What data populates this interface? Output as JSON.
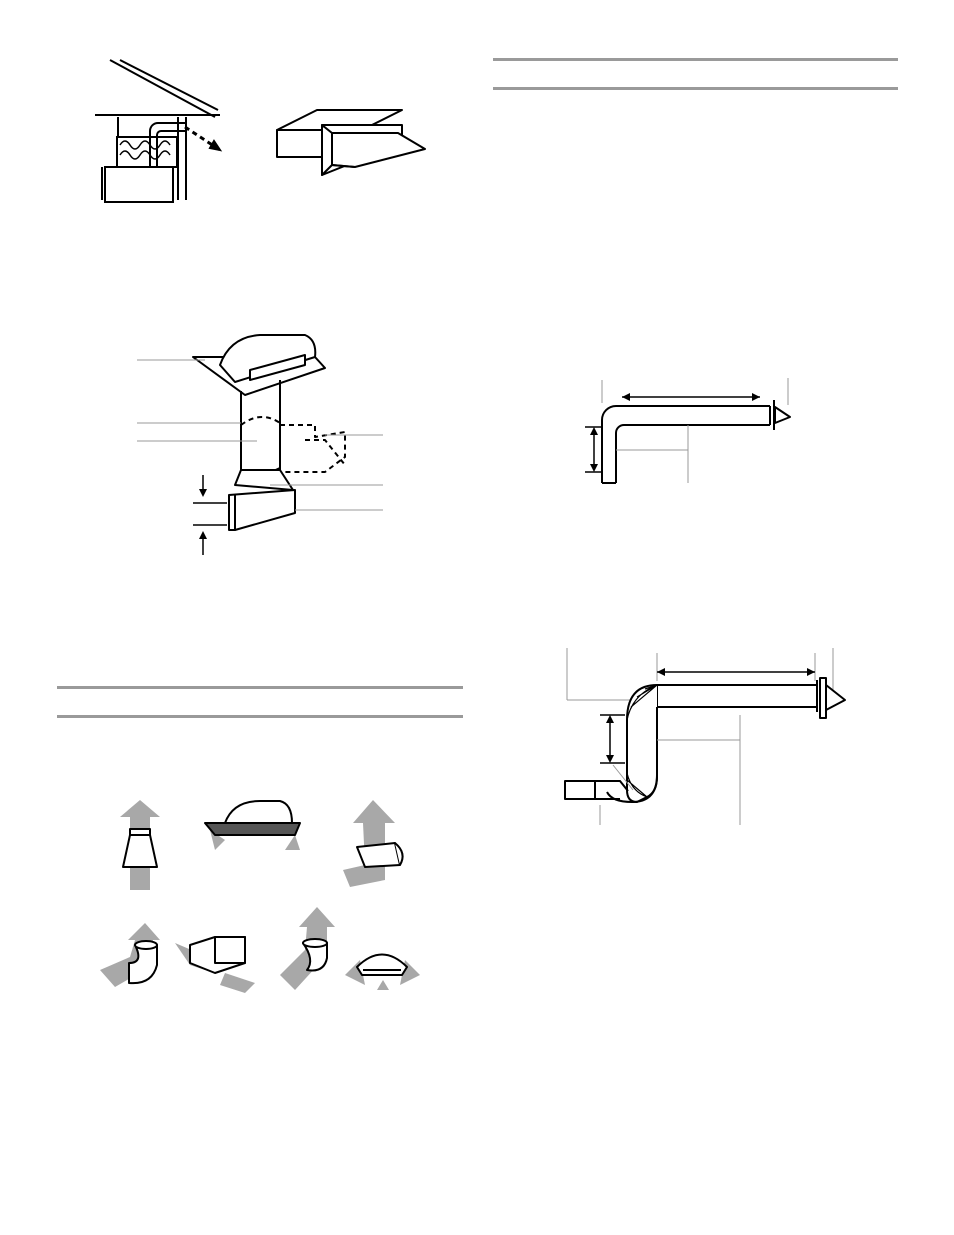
{
  "page": {
    "background": "#ffffff",
    "line_color": "#000000",
    "rule_color": "#9a9a9a",
    "arrow_color": "#a8a8a8",
    "text_labels_visible": false
  },
  "figures": [
    {
      "id": "roof-vent-through-attic",
      "icon": "attic-duct-illustration"
    },
    {
      "id": "wall-cap",
      "icon": "wall-cap-illustration"
    },
    {
      "id": "roof-cap-duct-assembly",
      "icon": "duct-assembly-illustration"
    },
    {
      "id": "duct-fittings",
      "icon": "duct-fittings-illustration"
    },
    {
      "id": "duct-run-example-1",
      "icon": "duct-run-illustration"
    },
    {
      "id": "duct-run-example-2",
      "icon": "duct-run-illustration"
    }
  ]
}
